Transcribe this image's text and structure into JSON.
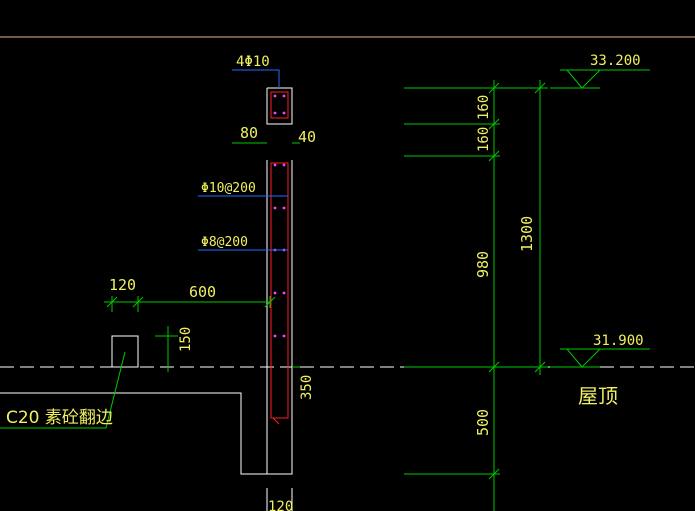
{
  "colors": {
    "background": "#000000",
    "dimension": "#00c800",
    "rebar": "#ff2020",
    "outline": "#ffffff",
    "leader": "#1e6cff",
    "text": "#f0f060",
    "top_rule": "#e8b080"
  },
  "labels": {
    "top_bars": "4Φ10",
    "stirrup1": "Φ10@200",
    "stirrup2": "Φ8@200",
    "concrete": "C20  素砼翻边",
    "roof": "屋顶"
  },
  "elevations": {
    "top": "33.200",
    "roof": "31.900"
  },
  "dims": {
    "d80": "80",
    "d40": "40",
    "d120a": "120",
    "d600": "600",
    "d150": "150",
    "d350": "350",
    "d120b": "120",
    "d160a": "160",
    "d160b": "160",
    "d980": "980",
    "d1300": "1300",
    "d500": "500"
  }
}
